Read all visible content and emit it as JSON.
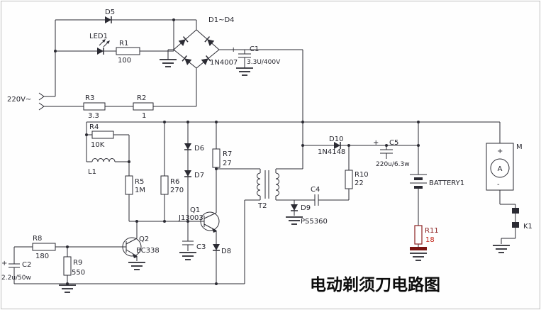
{
  "title": "电动剃须刀电路图",
  "power": {
    "mains": "220V~"
  },
  "components": {
    "d5": {
      "ref": "D5"
    },
    "led1": {
      "ref": "LED1"
    },
    "r1": {
      "ref": "R1",
      "value": "100"
    },
    "bridge": {
      "ref": "D1~D4",
      "part": "1N4007"
    },
    "c1": {
      "ref": "C1",
      "value": "3.3U/400V",
      "polarity": "+"
    },
    "r3": {
      "ref": "R3",
      "value": "3.3"
    },
    "r2": {
      "ref": "R2",
      "value": "1"
    },
    "r4": {
      "ref": "R4",
      "value": "10K"
    },
    "l1": {
      "ref": "L1"
    },
    "r5": {
      "ref": "R5",
      "value": "1M"
    },
    "r6": {
      "ref": "R6",
      "value": "270"
    },
    "d6": {
      "ref": "D6"
    },
    "d7": {
      "ref": "D7"
    },
    "r7": {
      "ref": "R7",
      "value": "27"
    },
    "q1": {
      "ref": "Q1",
      "part": "J13003"
    },
    "q2": {
      "ref": "Q2",
      "part": "BC338"
    },
    "c3": {
      "ref": "C3"
    },
    "d8": {
      "ref": "D8"
    },
    "t2": {
      "ref": "T2"
    },
    "d9": {
      "ref": "D9",
      "part": "PS5360"
    },
    "c4": {
      "ref": "C4"
    },
    "r10": {
      "ref": "R10",
      "value": "22"
    },
    "d10": {
      "ref": "D10",
      "part": "1N4148"
    },
    "c5": {
      "ref": "C5",
      "value": "220u/6.3w",
      "polarity": "+"
    },
    "battery": {
      "ref": "BATTERY1"
    },
    "motor": {
      "ref": "M",
      "meter": "A",
      "plus": "+",
      "minus": "-"
    },
    "k1": {
      "ref": "K1"
    },
    "r8": {
      "ref": "R8",
      "value": "180"
    },
    "c2": {
      "ref": "C2",
      "value": "2.2u/50w",
      "polarity": "+"
    },
    "r9": {
      "ref": "R9",
      "value": "550"
    },
    "r11": {
      "ref": "R11",
      "value": "18"
    }
  },
  "colors": {
    "wire": "#2b2b33",
    "label": "#26262e",
    "red_label": "#c2251a",
    "dark_red": "#7a1512",
    "background": "#ffffff",
    "frame": "#c0c0c0"
  }
}
